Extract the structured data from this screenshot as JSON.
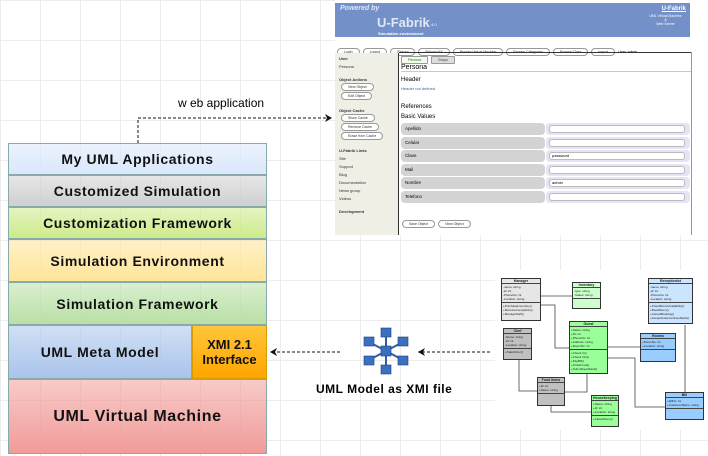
{
  "layers": [
    {
      "label": "My UML Applications",
      "color": "#dae8fc"
    },
    {
      "label": "Customized Simulation",
      "color": "#d0d0d0"
    },
    {
      "label": "Customization Framework",
      "color": "#cdeb8b"
    },
    {
      "label": "Simulation Environment",
      "color": "#ffe599"
    },
    {
      "label": "Simulation Framework",
      "color": "#b9e0a5"
    },
    {
      "label": "UML Meta Model",
      "color": "#a9c4eb"
    },
    {
      "label": "UML Virtual Machine",
      "color": "#f19c99"
    }
  ],
  "xmi_interface": {
    "line1": "XMI 2.1",
    "line2": "Interface",
    "color": "#ffb30f"
  },
  "web_application_label": "w eb application",
  "xmi_file_label": "UML Model as XMI file",
  "webapp": {
    "powered_by": "Powered by",
    "brand": "U-Fabrik",
    "version": "4.0",
    "subtitle": "Simulation environment",
    "right_title": "U-Fabrik",
    "right_sub1": "UML Virtual Machine",
    "right_sub2": "&",
    "right_sub3": "Web Server",
    "toolbar": [
      "Login",
      "Logout",
      "Reload",
      "Reload MX",
      "Browse Virtual Machine",
      "Browse Categories",
      "Browse Class",
      "Import"
    ],
    "user_label": "User: admin",
    "sidebar": [
      "User",
      "Persona",
      "Object Actions",
      "View Object",
      "Edit Object",
      "Object Cache",
      "Show Cache",
      "Remove Cache",
      "Erase from Cache",
      "U-Fabrik Links",
      "Site",
      "Support",
      "Blog",
      "Documentation",
      "News group",
      "Videos",
      "Development"
    ],
    "tabs": [
      "Persona",
      "Grupo"
    ],
    "panel_title": "Persona",
    "header_label": "Header",
    "header_text": "Header not defined",
    "references_label": "References",
    "basic_values_label": "Basic Values",
    "fields": [
      {
        "label": "Apellido",
        "value": ""
      },
      {
        "label": "Celular",
        "value": ""
      },
      {
        "label": "Clave",
        "value": "password"
      },
      {
        "label": "Mail",
        "value": ""
      },
      {
        "label": "Nombre",
        "value": "admin"
      },
      {
        "label": "Telefono",
        "value": ""
      }
    ],
    "save_button": "Save Object",
    "view_button": "View Object"
  },
  "uml_classes": [
    {
      "name": "Manager",
      "attrs": [
        "-name: string",
        "-id: int",
        "-PhoneNo: int",
        "-Location: string"
      ],
      "ops": [
        "+PurchaseInventory()",
        "+ReceiveComplaints()",
        "+ManageStaff()"
      ],
      "color": "#e6e6e6"
    },
    {
      "name": "Inventory",
      "attrs": [
        "-type: string",
        "-Status: string"
      ],
      "ops": [],
      "color": "#ccffcc"
    },
    {
      "name": "Receptionist",
      "attrs": [
        "-name: string",
        "-id: int",
        "-PhoneNo: int",
        "-Location: string"
      ],
      "ops": [
        "+CheckRoomAvailability()",
        "+BookRoom()",
        "+CancelBooking()",
        "+AcceptCustomerFeedback()"
      ],
      "color": "#cce5ff"
    },
    {
      "name": "Guest",
      "attrs": [
        "+Name: string",
        "+ID: int",
        "+PhoneNo: int",
        "+Address: string",
        "+RoomNo: int"
      ],
      "ops": [
        "+Check In()",
        "+Check Out()",
        "+PayBill()",
        "+OrderFood()",
        "+SubmitFeedback()"
      ],
      "color": "#99ff99"
    },
    {
      "name": "Rooms",
      "attrs": [
        "+RoomNo: int",
        "+Location: string"
      ],
      "ops": [],
      "color": "#99ccff"
    },
    {
      "name": "Chef",
      "attrs": [
        "-Name: string",
        "-Id: int",
        "-Location: string"
      ],
      "ops": [
        "+TakeOrder()"
      ],
      "color": "#c0c0c0"
    },
    {
      "name": "Food items",
      "attrs": [
        "+Id: int",
        "+Name: string"
      ],
      "ops": [],
      "color": "#c0c0c0"
    },
    {
      "name": "Housekeeping",
      "attrs": [
        "+Name: string",
        "+Id: int",
        "+Location: string"
      ],
      "ops": [
        "+CleanRoom()"
      ],
      "color": "#99ff99"
    },
    {
      "name": "Bill",
      "attrs": [
        "+billNo: int",
        "+CustomerName: string"
      ],
      "ops": [],
      "color": "#99ccff"
    }
  ]
}
